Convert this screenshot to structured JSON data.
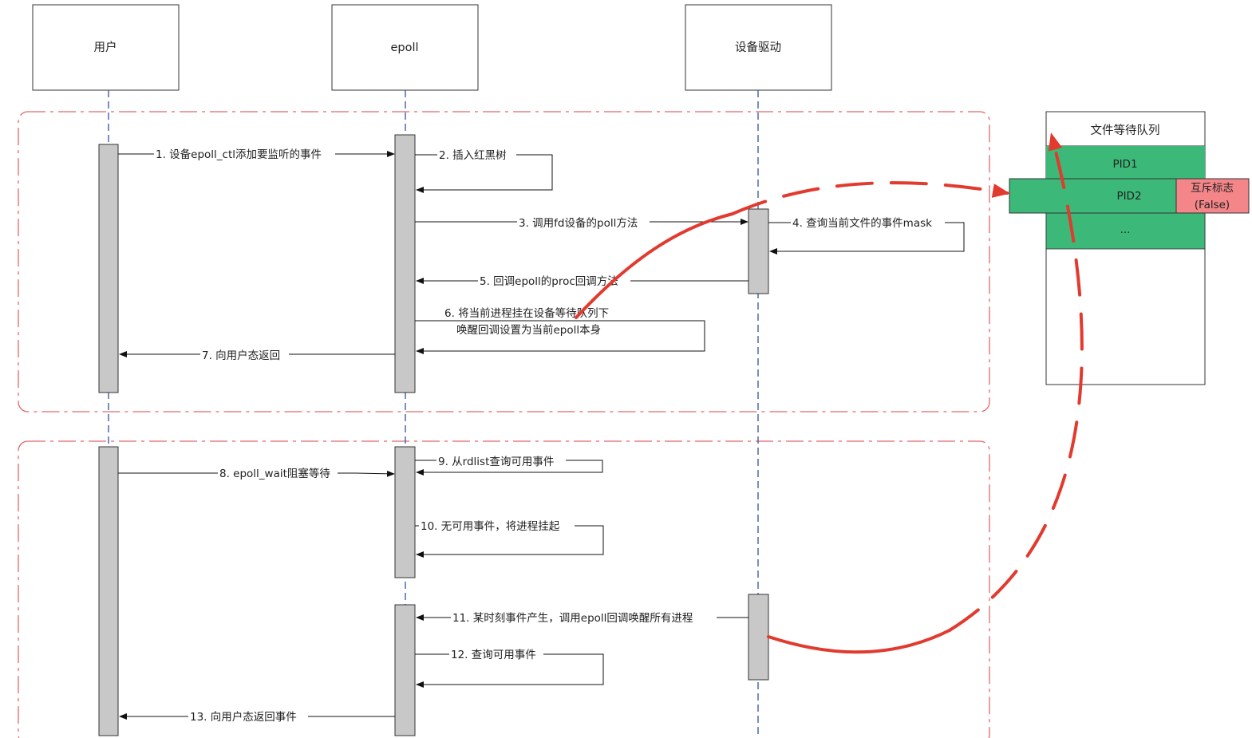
{
  "actors": {
    "user": "用户",
    "epoll": "epoll",
    "driver": "设备驱动"
  },
  "messages": {
    "m1": "1. 设备epoll_ctl添加要监听的事件",
    "m2": "2. 插入红黑树",
    "m3": "3. 调用fd设备的poll方法",
    "m4": "4. 查询当前文件的事件mask",
    "m5": "5. 回调epoll的proc回调方法",
    "m6a": "6. 将当前进程挂在设备等待队列下",
    "m6b": "唤醒回调设置为当前epoll本身",
    "m7": "7. 向用户态返回",
    "m8": "8. epoll_wait阻塞等待",
    "m9": "9. 从rdlist查询可用事件",
    "m10": "10. 无可用事件，将进程挂起",
    "m11": "11. 某时刻事件产生，调用epoll回调唤醒所有进程",
    "m12": "12. 查询可用事件",
    "m13": "13. 向用户态返回事件"
  },
  "wait_queue": {
    "title": "文件等待队列",
    "items": [
      "PID1",
      "PID2",
      "..."
    ],
    "flag_line1": "互斥标志",
    "flag_line2": "(False)"
  },
  "colors": {
    "queue_green": "#3cb878",
    "flag_red": "#f4868a",
    "highlight_red": "#e23a2e",
    "lifeline_blue": "#3f5fa8",
    "activation_gray": "#c8c8c8"
  }
}
